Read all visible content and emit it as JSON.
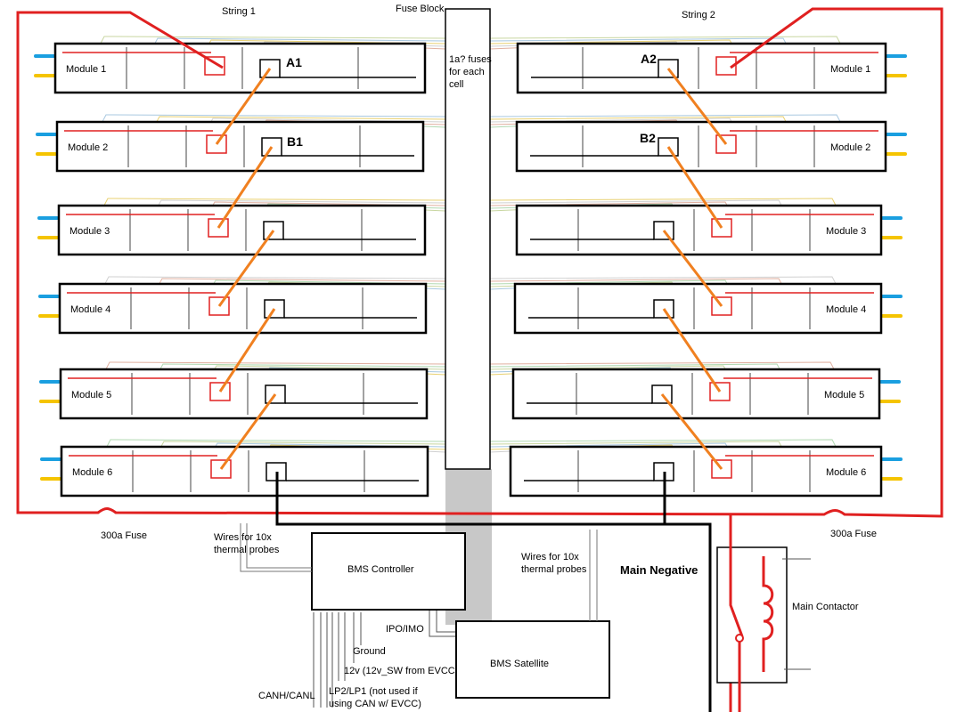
{
  "strings": {
    "left_title": "String 1",
    "right_title": "String 2"
  },
  "modules": {
    "left": [
      "Module 1",
      "Module 2",
      "Module 3",
      "Module 4",
      "Module 5",
      "Module 6"
    ],
    "right": [
      "Module 1",
      "Module 2",
      "Module 3",
      "Module 4",
      "Module 5",
      "Module 6"
    ]
  },
  "tap_labels": {
    "a1": "A1",
    "b1": "B1",
    "a2": "A2",
    "b2": "B2"
  },
  "fuse_block": {
    "title": "Fuse Block",
    "line1": "1a? fuses",
    "line2": "for each",
    "line3": "cell"
  },
  "fuses": {
    "left": "300a Fuse",
    "right": "300a Fuse"
  },
  "bms_controller": {
    "label": "BMS Controller",
    "probes_line1": "Wires for 10x",
    "probes_line2": "thermal probes"
  },
  "bms_satellite": {
    "label": "BMS Satellite",
    "probes_line1": "Wires for 10x",
    "probes_line2": "thermal probes"
  },
  "signals": {
    "ipo": "IPO/IMO",
    "ground": "Ground",
    "v12": "12v  (12v_SW from EVCC)",
    "lp_line1": "LP2/LP1 (not used if",
    "lp_line2": "using CAN w/ EVCC)",
    "can": "CANH/CANL"
  },
  "main_negative": "Main Negative",
  "main_contactor": "Main Contactor",
  "colors": {
    "positive": "#e02020",
    "series_link": "#f08020",
    "negative": "#000000",
    "bms_harness": "#c8c8c8",
    "coolant_blue": "#1a9fe0",
    "coolant_yellow": "#f5c400"
  }
}
